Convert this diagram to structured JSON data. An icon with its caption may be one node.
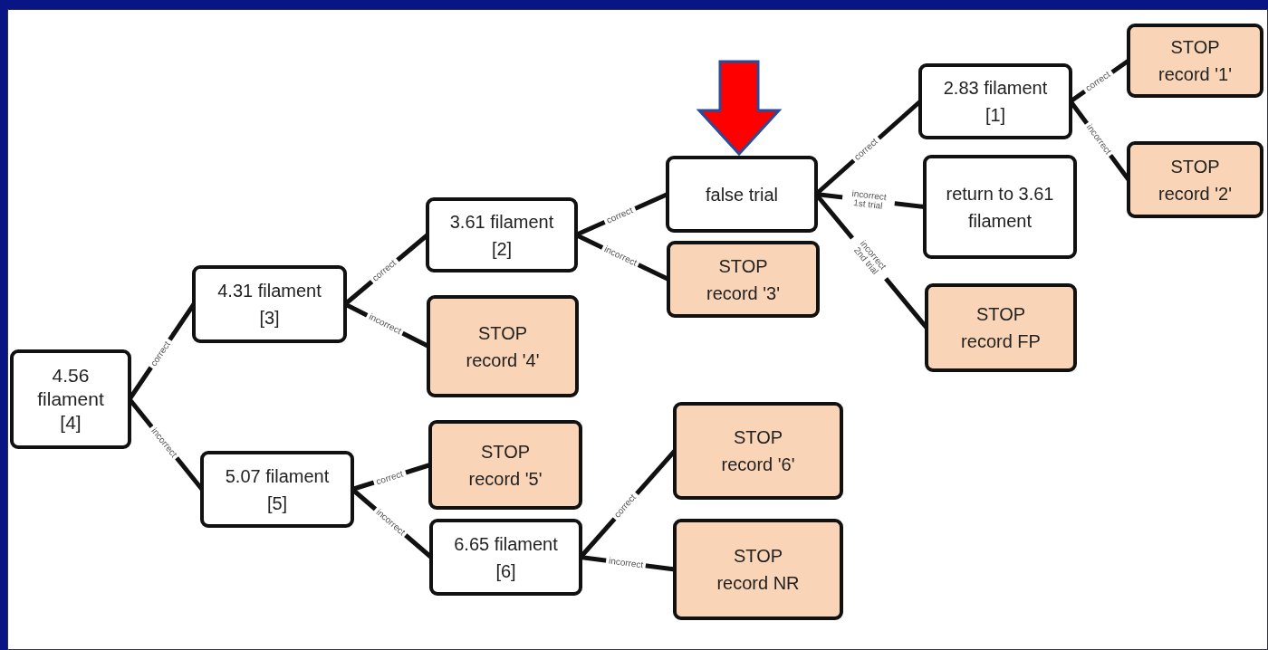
{
  "diagram": {
    "nodes": [
      {
        "text": [
          "4.56 filament",
          "[4]"
        ]
      },
      {
        "text": [
          "4.31 filament",
          "[3]"
        ]
      },
      {
        "text": [
          "5.07 filament",
          "[5]"
        ]
      },
      {
        "text": [
          "3.61 filament",
          "[2]"
        ]
      },
      {
        "text": [
          "STOP",
          "record '4'"
        ]
      },
      {
        "text": [
          "STOP",
          "record '5'"
        ]
      },
      {
        "text": [
          "6.65 filament",
          "[6]"
        ]
      },
      {
        "text": [
          "false trial"
        ]
      },
      {
        "text": [
          "STOP",
          "record '3'"
        ]
      },
      {
        "text": [
          "STOP",
          "record '6'"
        ]
      },
      {
        "text": [
          "STOP",
          "record NR"
        ]
      },
      {
        "text": [
          "2.83 filament",
          "[1]"
        ]
      },
      {
        "text": [
          "return to 3.61 filament"
        ]
      },
      {
        "text": [
          "STOP",
          "record FP"
        ]
      },
      {
        "text": [
          "STOP",
          "record '1'"
        ]
      },
      {
        "text": [
          "STOP",
          "record '2'"
        ]
      }
    ],
    "edges": [
      {
        "from": 0,
        "to": 1,
        "arrow": "none",
        "label": "correct"
      },
      {
        "from": 0,
        "to": 2,
        "arrow": "none",
        "label": "incorrect"
      },
      {
        "from": 1,
        "to": 3,
        "arrow": "none",
        "label": "correct"
      },
      {
        "from": 1,
        "to": 4,
        "arrow": "none",
        "label": "incorrect"
      },
      {
        "from": 2,
        "to": 5,
        "arrow": "none",
        "label": "correct"
      },
      {
        "from": 2,
        "to": 6,
        "arrow": "none",
        "label": "incorrect"
      },
      {
        "from": 3,
        "to": 7,
        "arrow": "none",
        "label": "correct"
      },
      {
        "from": 3,
        "to": 8,
        "arrow": "none",
        "label": "incorrect"
      },
      {
        "from": 6,
        "to": 9,
        "arrow": "none",
        "label": "correct"
      },
      {
        "from": 6,
        "to": 10,
        "arrow": "none",
        "label": "incorrect"
      },
      {
        "from": 7,
        "to": 11,
        "arrow": "none",
        "label": "correct"
      },
      {
        "from": 7,
        "to": 12,
        "arrow": "none",
        "label": "incorrect 1st trial"
      },
      {
        "from": 7,
        "to": 13,
        "arrow": "none",
        "label": "incorrect 2nd trial"
      },
      {
        "from": 11,
        "to": 14,
        "arrow": "none",
        "label": "correct"
      },
      {
        "from": 11,
        "to": 15,
        "arrow": "none",
        "label": "incorrect"
      },
      {
        "from": null,
        "to": 7,
        "arrow": "to",
        "style": "thick",
        "color": "#ff0000"
      }
    ]
  }
}
